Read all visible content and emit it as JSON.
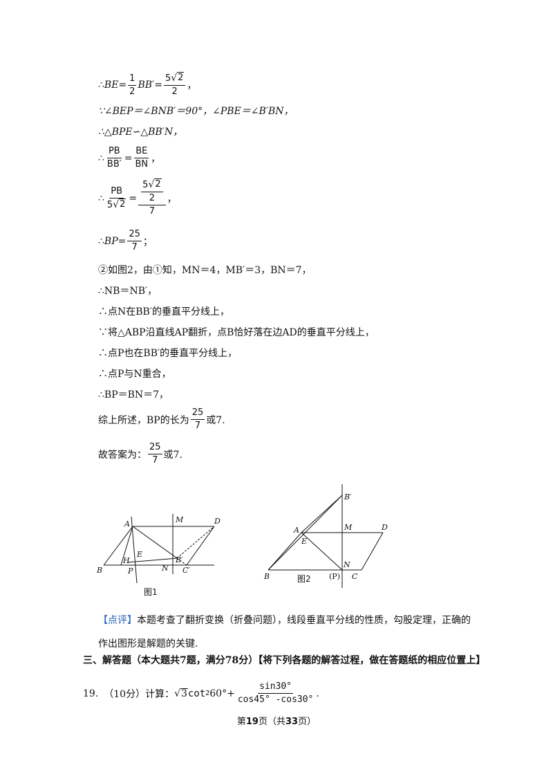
{
  "lines": {
    "l1": {
      "pre": "∴",
      "a": "BE",
      "b": "=",
      "f1n": "1",
      "f1d": "2",
      "c": "BB′",
      "d": " =",
      "f2n_root": "2",
      "f2n_coef": "5",
      "f2d": "2",
      "e": "，"
    },
    "l2": {
      "t": "∵∠BEP＝∠BNB′＝90°，∠PBE＝∠B′BN，"
    },
    "l3": {
      "t": "∴△BPE∽△BB′N，"
    },
    "l4": {
      "pre": "∴",
      "f1n": "PB",
      "f1d": "BB′",
      "eq": "=",
      "f2n": "BE",
      "f2d": "BN",
      "post": "，"
    },
    "l5": {
      "pre": "∴",
      "f1n": "PB",
      "f1d_coef": "5",
      "f1d_root": "2",
      "eq": "=",
      "inner_coef": "5",
      "inner_root": "2",
      "inner_den": "2",
      "outer_den": "7",
      "post": "，"
    },
    "l6": {
      "pre": "∴",
      "a": "BP",
      "eq": "=",
      "fn": "25",
      "fd": "7",
      "post": "；"
    },
    "l7": {
      "t": "②如图2，由①知，MN＝4，MB′＝3，BN＝7，"
    },
    "l8": {
      "t": "∴NB＝NB′，"
    },
    "l9": {
      "t": "∴点N在BB′的垂直平分线上，"
    },
    "l10": {
      "t": "∵将△ABP沿直线AP翻折，点B恰好落在边AD的垂直平分线上，"
    },
    "l11": {
      "t": "∴点P也在BB′的垂直平分线上，"
    },
    "l12": {
      "t": "∴点P与N重合，"
    },
    "l13": {
      "t": "∴BP＝BN＝7，"
    },
    "l14": {
      "pre": "综上所述，BP的长为",
      "fn": "25",
      "fd": "7",
      "post": "或7."
    },
    "l15": {
      "pre": "故答案为：",
      "fn": "25",
      "fd": "7",
      "post": "或7."
    }
  },
  "figure1": {
    "caption": "图1",
    "labels": {
      "A": "A",
      "M": "M",
      "D": "D",
      "H": "H",
      "E": "E",
      "B1": "B′",
      "B": "B",
      "P": "P",
      "N": "N",
      "C": "C′"
    }
  },
  "figure2": {
    "caption": "图2",
    "labels": {
      "B1": "B′",
      "A": "A",
      "M": "M",
      "D": "D",
      "E": "E",
      "N": "N",
      "B": "B",
      "P": "(P)",
      "C": "C"
    }
  },
  "comment": {
    "tag": "【点评】",
    "text": "本题考查了翻折变换（折叠问题），线段垂直平分线的性质，勾股定理，正确的作出图形是解题的关键."
  },
  "section": {
    "title": "三、解答题（本大题共7题，满分78分）【将下列各题的解答过程，做在答题纸的相应位置上】"
  },
  "q19": {
    "num": "19.",
    "score": "（10分）计算：",
    "root": "3",
    "cot": "cot",
    "sup": "2",
    "deg": "60°+",
    "num_expr": "sin30°",
    "den_expr": "cos45° -cos30°",
    "end": "."
  },
  "footer": {
    "pre": "第",
    "page": "19",
    "mid": "页（共",
    "total": "33",
    "post": "页）"
  }
}
